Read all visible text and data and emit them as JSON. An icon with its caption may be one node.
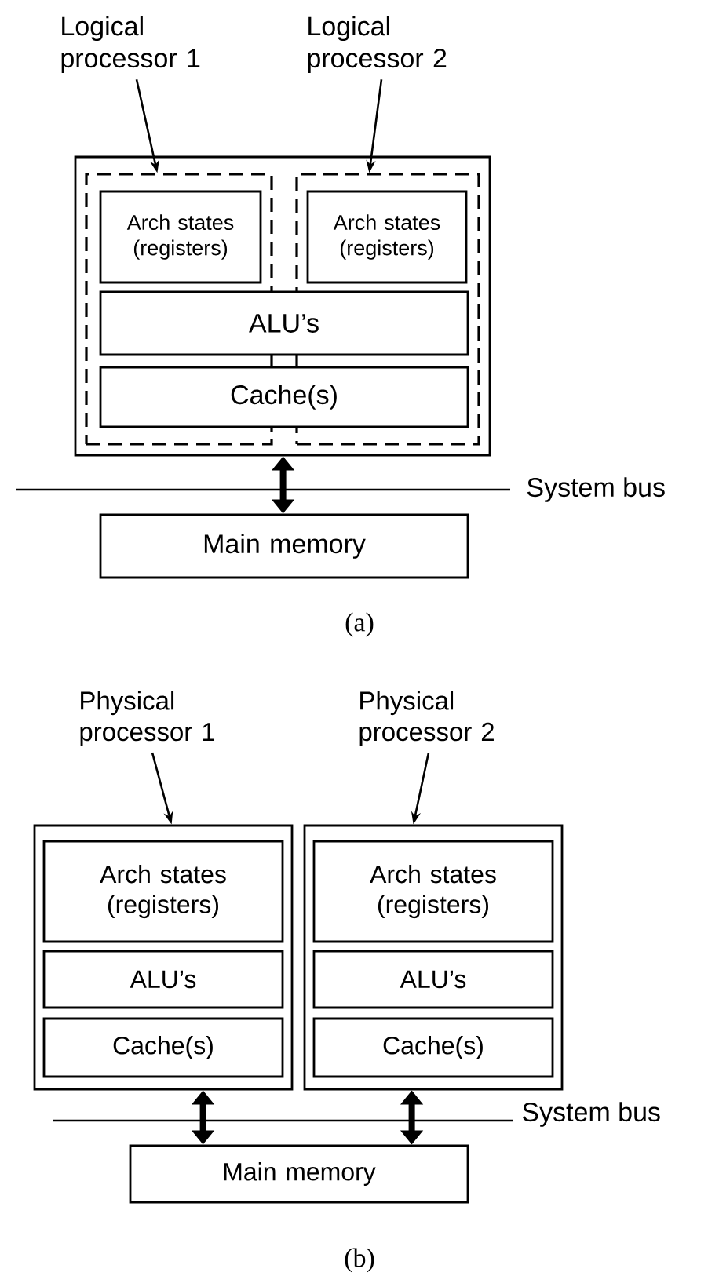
{
  "diagram": {
    "nodes": [
      {
        "text": [
          "Logical processor 1"
        ]
      },
      {
        "text": [
          "Logical processor 2"
        ]
      },
      {
        "text": [],
        "shape": "box"
      },
      {
        "text": [],
        "shape": "box",
        "in": 2
      },
      {
        "text": [
          "Arch states (registers)"
        ],
        "in": 3
      },
      {
        "text": [],
        "shape": "box",
        "in": 2
      },
      {
        "text": [
          "Arch states (registers)"
        ],
        "in": 5
      },
      {
        "text": [
          "ALU’s"
        ],
        "in": 2
      },
      {
        "text": [
          "Cache(s)"
        ],
        "in": 2
      },
      {
        "text": [
          "Main memory"
        ]
      },
      {
        "text": [
          "Physical processor 1"
        ]
      },
      {
        "text": [
          "Physical processor 2"
        ]
      },
      {
        "text": [],
        "shape": "box"
      },
      {
        "text": [
          "Arch states (registers)"
        ],
        "in": 12
      },
      {
        "text": [
          "ALU’s"
        ],
        "in": 12
      },
      {
        "text": [
          "Cache(s)"
        ],
        "in": 12
      },
      {
        "text": [],
        "shape": "box"
      },
      {
        "text": [
          "Arch states (registers)"
        ],
        "in": 16
      },
      {
        "text": [
          "ALU’s"
        ],
        "in": 16
      },
      {
        "text": [
          "Cache(s)"
        ],
        "in": 16
      },
      {
        "text": [
          "Main memory"
        ]
      }
    ],
    "edges": [
      {
        "from": 0,
        "to": 3,
        "arrow": "to"
      },
      {
        "from": 1,
        "to": 5,
        "arrow": "to"
      },
      {
        "from": 2,
        "to": 9,
        "arrow": "both",
        "style": "thick"
      },
      {
        "from": 10,
        "to": 12,
        "arrow": "to"
      },
      {
        "from": 11,
        "to": 16,
        "arrow": "to"
      },
      {
        "from": 12,
        "to": 20,
        "arrow": "both",
        "style": "thick"
      },
      {
        "from": 16,
        "to": 20,
        "arrow": "both",
        "style": "thick"
      }
    ],
    "labels": [
      "System bus",
      "(a)",
      "System bus",
      "(b)"
    ]
  }
}
